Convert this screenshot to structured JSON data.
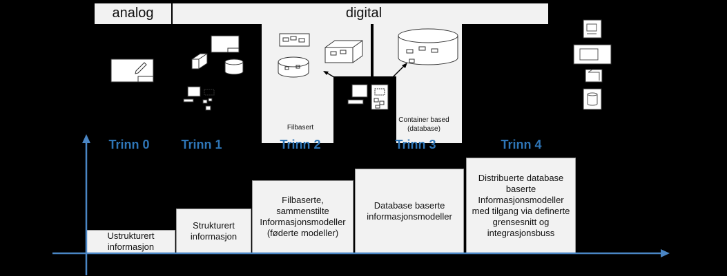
{
  "bands": {
    "analog": "analog",
    "digital": "digital"
  },
  "panels": {
    "filbasert_caption": "Filbasert",
    "container_caption_line1": "Container based",
    "container_caption_line2": "(database)"
  },
  "steps": [
    "Trinn 0",
    "Trinn 1",
    "Trinn 2",
    "Trinn 3",
    "Trinn 4"
  ],
  "boxes": [
    {
      "label": "Ustrukturert informasjon"
    },
    {
      "label": "Strukturert informasjon"
    },
    {
      "label": "Filbaserte, sammenstilte Informasjonsmodeller (føderte modeller)"
    },
    {
      "label": "Database baserte informasjonsmodeller"
    },
    {
      "label": "Distribuerte database baserte Informasjonsmodeller med tilgang via definerte grensesnitt og integrasjonsbuss"
    }
  ],
  "colors": {
    "axis": "#4a86c5",
    "step_text": "#2e75b6",
    "panel": "#f2f2f2"
  }
}
